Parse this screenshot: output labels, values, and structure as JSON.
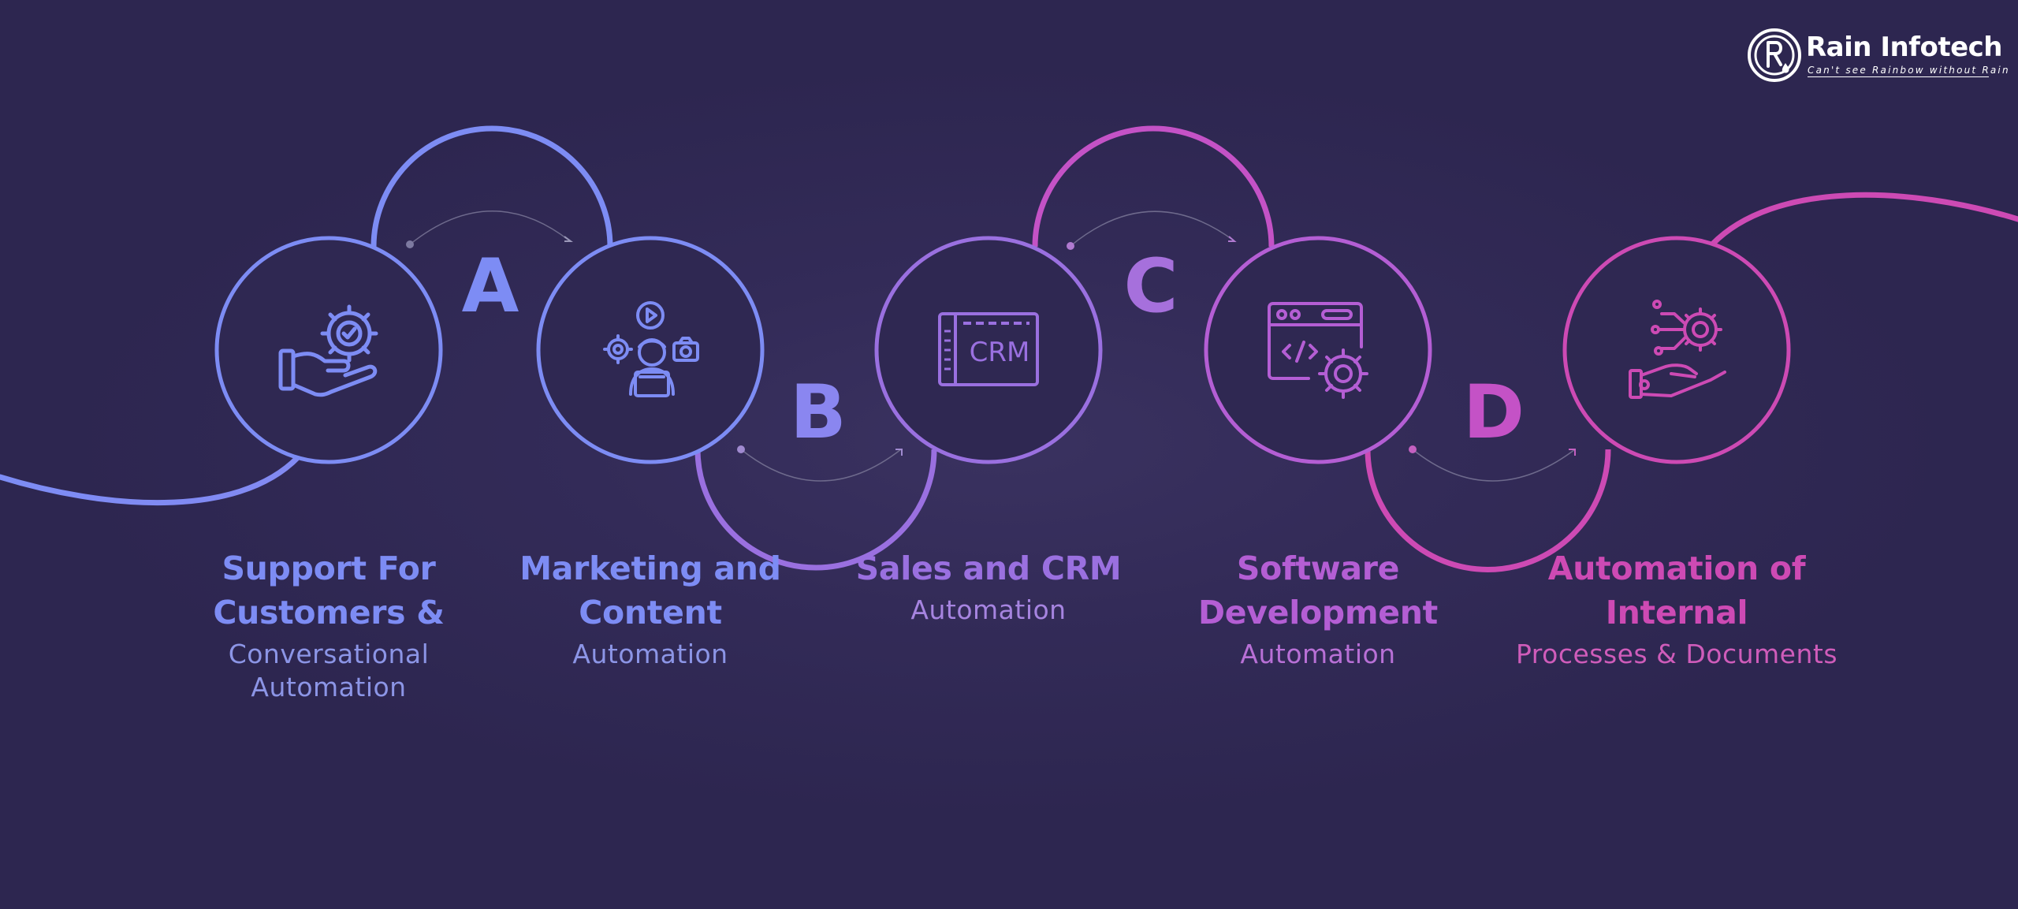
{
  "brand": {
    "name": "Rain Infotech",
    "tagline": "Can't see Rainbow without Rain"
  },
  "colors": {
    "background": "#2d2650",
    "blue": "#7d8cf4",
    "purple": "#9a70e0",
    "violet": "#b45ed4",
    "magenta": "#cd4ab4",
    "white": "#ffffff"
  },
  "letters": [
    "A",
    "B",
    "C",
    "D"
  ],
  "steps": [
    {
      "icon": "hand-gear-check-icon",
      "title_lines": [
        "Support For",
        "Customers &"
      ],
      "sub_lines": [
        "Conversational",
        "Automation"
      ]
    },
    {
      "icon": "marketer-content-icon",
      "title_lines": [
        "Marketing and",
        "Content"
      ],
      "sub_lines": [
        "Automation"
      ]
    },
    {
      "icon": "crm-icon",
      "title_lines": [
        "Sales and CRM"
      ],
      "sub_lines": [
        "Automation"
      ],
      "icon_label": "CRM"
    },
    {
      "icon": "code-window-gear-icon",
      "title_lines": [
        "Software",
        "Development"
      ],
      "sub_lines": [
        "Automation"
      ]
    },
    {
      "icon": "robot-hand-network-icon",
      "title_lines": [
        "Automation of",
        "Internal"
      ],
      "sub_lines": [
        "Processes & Documents"
      ]
    }
  ]
}
